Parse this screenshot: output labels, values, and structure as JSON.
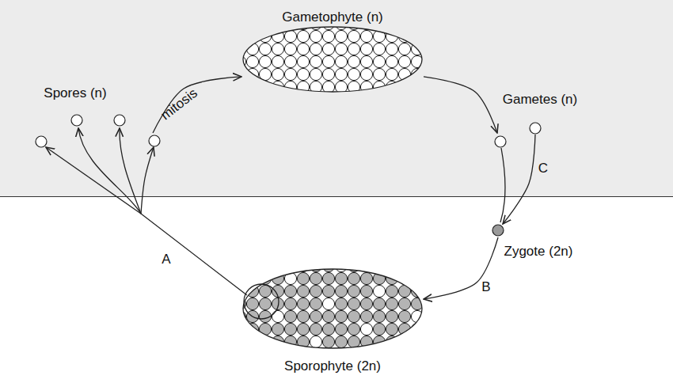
{
  "diagram": {
    "nodes": [
      {
        "text": [
          "Gametophyte (n)"
        ]
      },
      {
        "text": [
          "Spores (n)"
        ]
      },
      {
        "text": [
          "Gametes (n)"
        ]
      },
      {
        "text": [
          "Zygote (2n)"
        ]
      },
      {
        "text": [
          "Sporophyte (2n)"
        ]
      }
    ],
    "edges": [
      {
        "from": 1,
        "to": 0,
        "arrow": "to",
        "label": "mitosis"
      },
      {
        "from": 0,
        "to": 2,
        "arrow": "to"
      },
      {
        "from": 2,
        "to": 3,
        "arrow": "to",
        "label": "C"
      },
      {
        "from": 3,
        "to": 4,
        "arrow": "to",
        "label": "B"
      },
      {
        "from": 4,
        "to": 1,
        "arrow": "to",
        "label": "A"
      }
    ]
  }
}
